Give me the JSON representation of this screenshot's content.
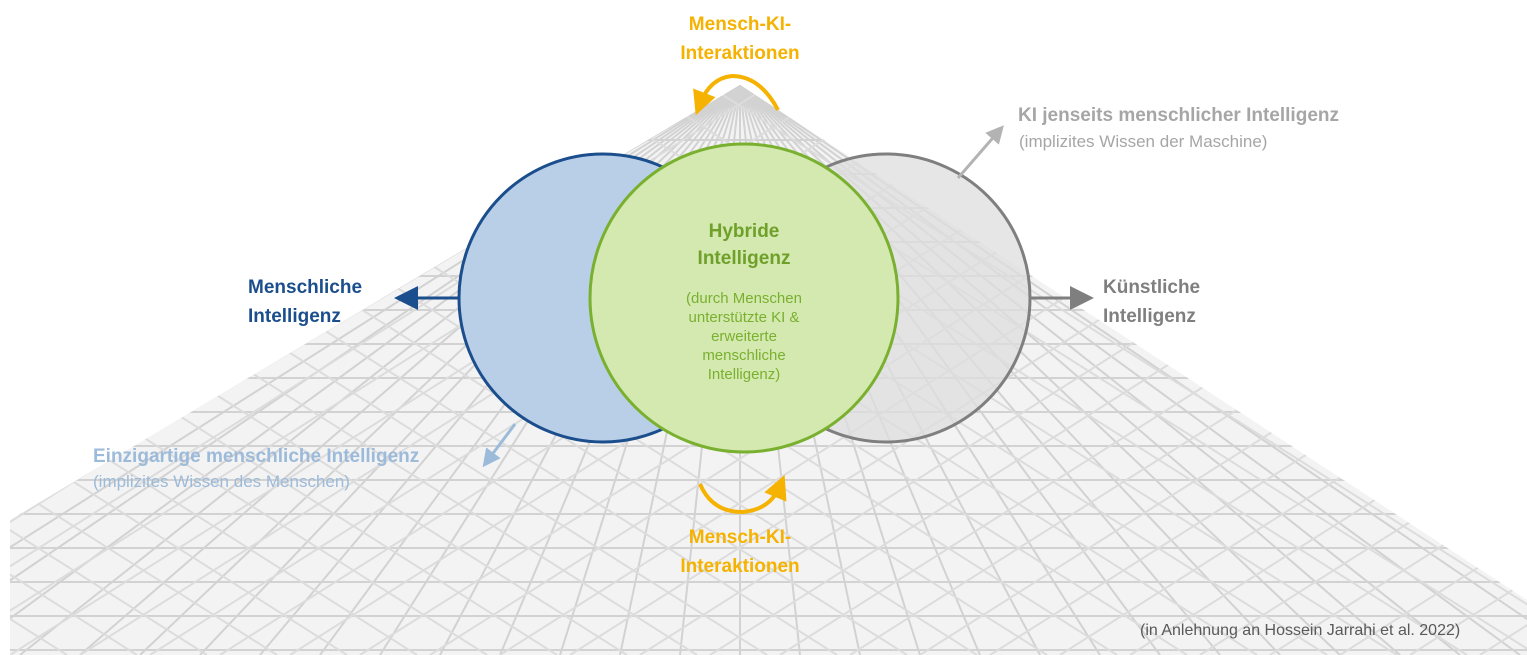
{
  "diagram": {
    "interaction_top": [
      "Mensch-KI-",
      "Interaktionen"
    ],
    "interaction_bottom": [
      "Mensch-KI-",
      "Interaktionen"
    ],
    "human": {
      "label": [
        "Menschliche",
        "Intelligenz"
      ]
    },
    "ai": {
      "label": [
        "Künstliche",
        "Intelligenz"
      ]
    },
    "ai_beyond": {
      "title": "KI jenseits menschlicher Intelligenz",
      "subtitle": "(implizites Wissen der Maschine)"
    },
    "unique_human": {
      "title": "Einzigartige menschliche Intelligenz",
      "subtitle": "(implizites Wissen des Menschen)"
    },
    "hybrid": {
      "title": [
        "Hybride",
        "Intelligenz"
      ],
      "description": [
        "(durch Menschen",
        "unterstützte KI &",
        "erweiterte",
        "menschliche",
        "Intelligenz)"
      ]
    },
    "source": "(in Anlehnung an Hossein Jarrahi et al. 2022)"
  },
  "colors": {
    "human_blue": "#1b4e8c",
    "human_fill": "#b9cfe8",
    "ai_gray": "#7f7f7f",
    "ai_fill": "#dddddd",
    "hybrid_green": "#7ab02f",
    "hybrid_fill": "#d4e9b0",
    "interaction_orange": "#f5b200",
    "light_blue_text": "#9cbad9",
    "light_gray_text": "#a6a6a6"
  }
}
